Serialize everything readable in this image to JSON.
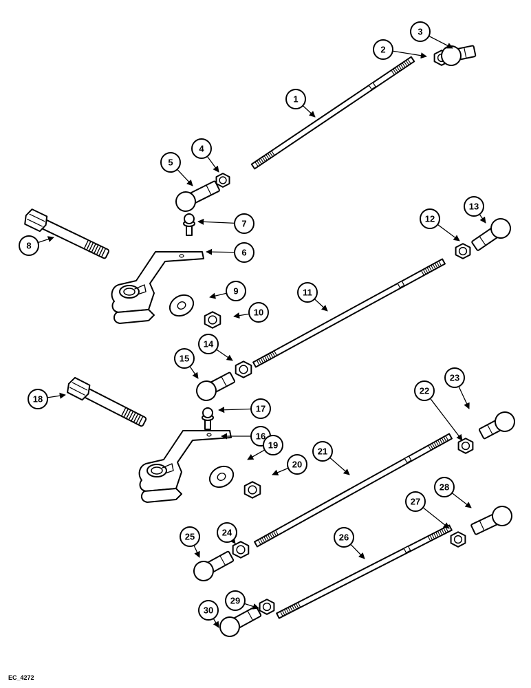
{
  "figure": {
    "caption": "EC_4272",
    "callouts": [
      "1",
      "2",
      "3",
      "4",
      "5",
      "6",
      "7",
      "8",
      "9",
      "10",
      "11",
      "12",
      "13",
      "14",
      "15",
      "16",
      "17",
      "18",
      "19",
      "20",
      "21",
      "22",
      "23",
      "24",
      "25",
      "26",
      "27",
      "28",
      "29",
      "30"
    ]
  }
}
